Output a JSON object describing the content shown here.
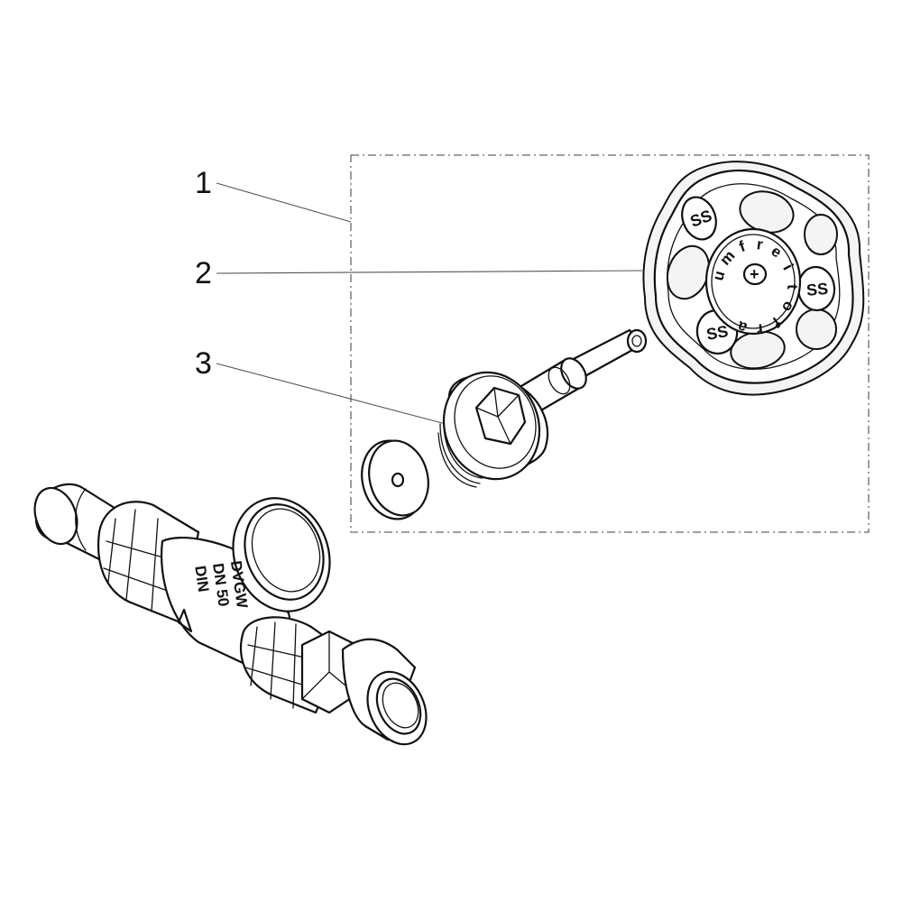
{
  "callouts": [
    {
      "id": "1",
      "label": "1"
    },
    {
      "id": "2",
      "label": "2"
    },
    {
      "id": "3",
      "label": "3"
    }
  ],
  "handwheel": {
    "ring_text": "umfrei tofra",
    "letters": [
      "u",
      "m",
      "f",
      "r",
      "e",
      "i",
      "t",
      "o",
      "f",
      "r",
      "a"
    ],
    "center_symbol": "+"
  },
  "valve_body": {
    "markings": [
      "DVGW",
      "DN 50",
      "DIN"
    ]
  },
  "icons": {
    "logo": "ss-logo-icon"
  }
}
